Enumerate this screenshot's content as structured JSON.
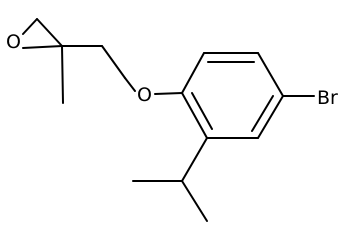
{
  "molecule": {
    "atoms": {
      "oxygen_epoxide": "O",
      "oxygen_ether": "O",
      "bromine": "Br"
    }
  },
  "colors": {
    "bond": "#000000",
    "text": "#000000",
    "background": "#ffffff"
  }
}
